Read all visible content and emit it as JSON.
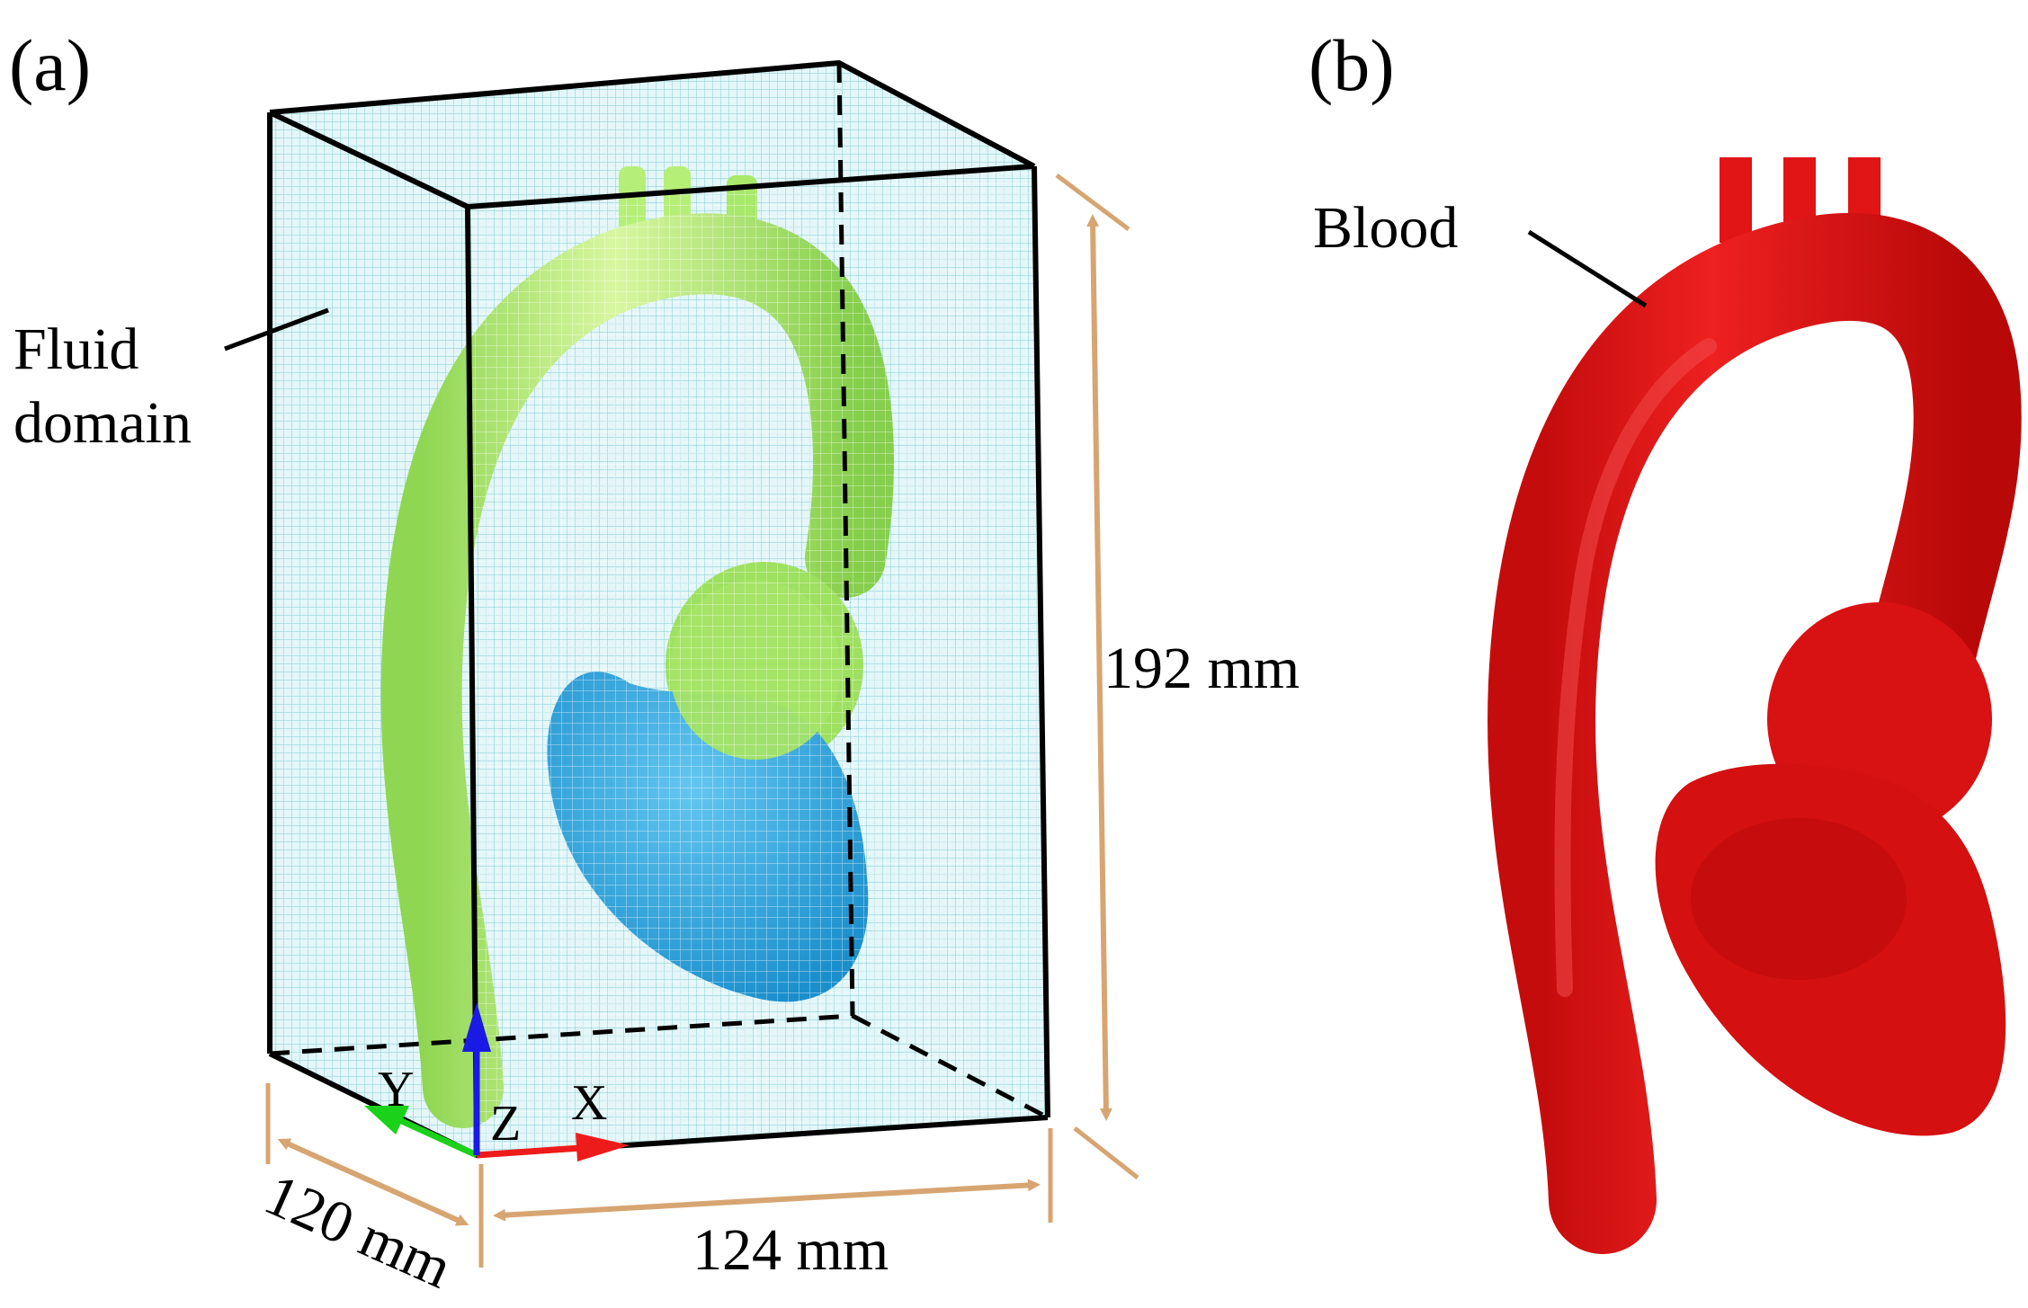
{
  "panel_a": {
    "label": "(a)",
    "fluid_label_line1": "Fluid",
    "fluid_label_line2": "domain",
    "dim_height": "192 mm",
    "dim_width": "124 mm",
    "dim_depth": "120 mm",
    "axis_x": "X",
    "axis_y": "Y",
    "axis_z": "Z"
  },
  "panel_b": {
    "label": "(b)",
    "blood_label": "Blood"
  },
  "colors": {
    "mesh": "#9ed8df",
    "mesh_fill": "#e4f6f8",
    "aorta_green": "#a8e86a",
    "ventricle_blue": "#29a3dc",
    "blood_red": "#dd1212",
    "dimension": "#d7a571",
    "axis_x": "#ee1b1b",
    "axis_y": "#19d219",
    "axis_z": "#1a1ae6"
  }
}
